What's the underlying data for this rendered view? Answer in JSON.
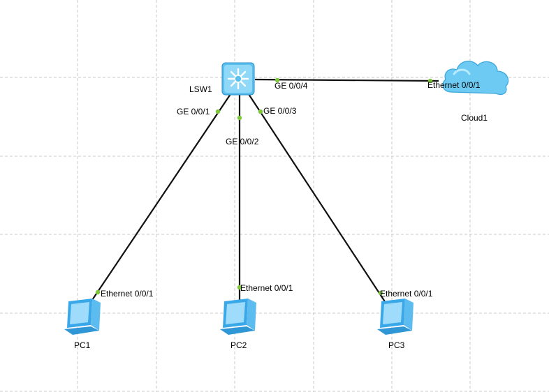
{
  "topology": {
    "devices": {
      "switch": {
        "name": "LSW1",
        "icon": "switch-icon"
      },
      "cloud": {
        "name": "Cloud1",
        "icon": "cloud-icon"
      },
      "pc1": {
        "name": "PC1",
        "icon": "pc-icon"
      },
      "pc2": {
        "name": "PC2",
        "icon": "pc-icon"
      },
      "pc3": {
        "name": "PC3",
        "icon": "pc-icon"
      }
    },
    "links": [
      {
        "from": "LSW1",
        "from_port": "GE 0/0/1",
        "to": "PC1",
        "to_port": "Ethernet 0/0/1"
      },
      {
        "from": "LSW1",
        "from_port": "GE 0/0/2",
        "to": "PC2",
        "to_port": "Ethernet 0/0/1"
      },
      {
        "from": "LSW1",
        "from_port": "GE 0/0/3",
        "to": "PC3",
        "to_port": "Ethernet 0/0/1"
      },
      {
        "from": "LSW1",
        "from_port": "GE 0/0/4",
        "to": "Cloud1",
        "to_port": "Ethernet 0/0/1"
      }
    ]
  },
  "colors": {
    "grid": "#c8c8c8",
    "link": "#111111",
    "port_dot": "#7ec63a",
    "device_blue": "#4fb3ec",
    "cloud_blue": "#67c6f2"
  }
}
